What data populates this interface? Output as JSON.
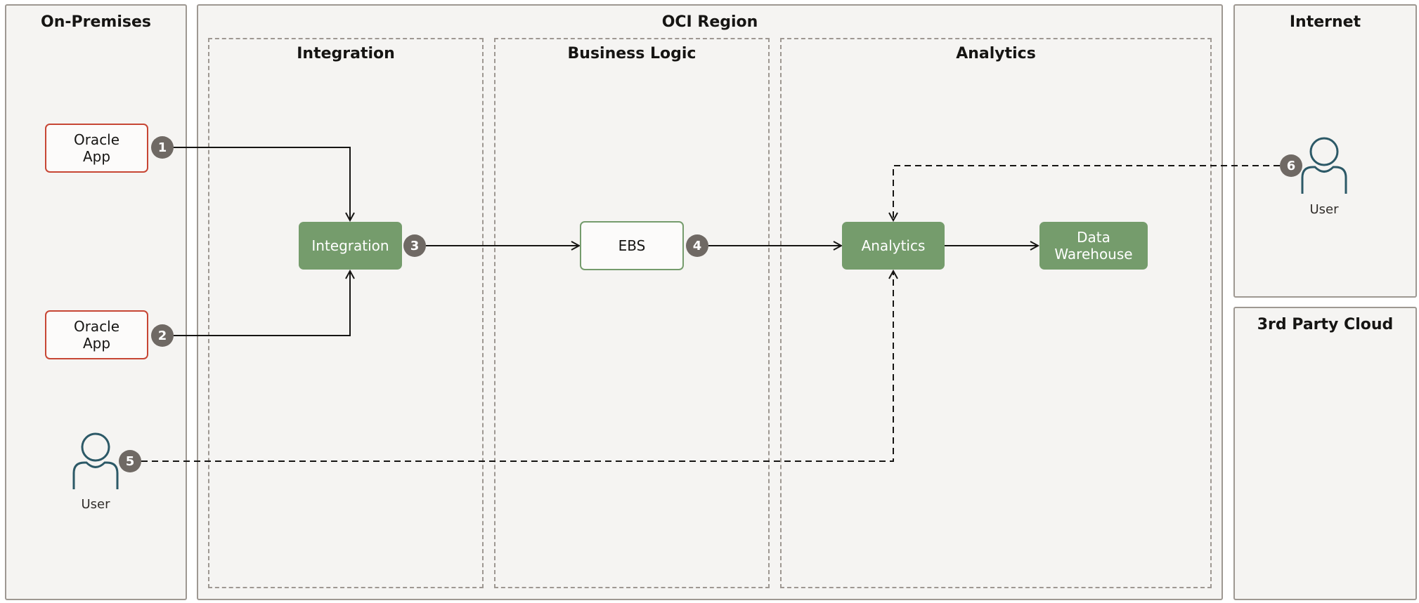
{
  "regions": {
    "on_premises": "On-Premises",
    "oci_region": "OCI Region",
    "internet": "Internet",
    "third_party_cloud": "3rd Party Cloud"
  },
  "subregions": {
    "integration": "Integration",
    "business_logic": "Business Logic",
    "analytics": "Analytics"
  },
  "nodes": {
    "oracle_app_1": "Oracle App",
    "oracle_app_2": "Oracle App",
    "integration": "Integration",
    "ebs": "EBS",
    "analytics": "Analytics",
    "data_warehouse": "Data Warehouse"
  },
  "users": {
    "on_prem_user": "User",
    "internet_user": "User"
  },
  "steps": [
    "1",
    "2",
    "3",
    "4",
    "5",
    "6"
  ],
  "colors": {
    "region_fill": "#f5f4f2",
    "region_border": "#9e9892",
    "app_border": "#c74634",
    "service_green": "#759c6c",
    "badge": "#6f6964",
    "user_icon": "#2c5967"
  }
}
